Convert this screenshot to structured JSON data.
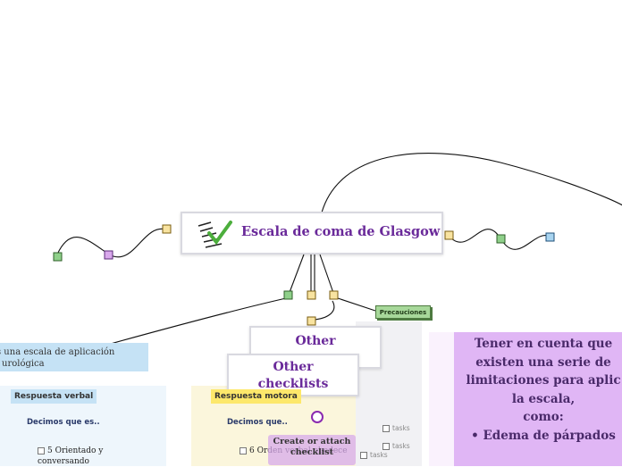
{
  "root": {
    "title": "Escala de coma de Glasgow",
    "icon": "checklist-icon"
  },
  "cards": {
    "other_back": "Other",
    "other_front": "Other checklists"
  },
  "left_label": [
    "s una escala de aplicación",
    "urológica"
  ],
  "verbal": {
    "topic": "Respuesta verbal",
    "sub": "Decimos que es..",
    "leaf": "5 Orientado y conversando"
  },
  "motor": {
    "topic": "Respuesta motora",
    "sub": "Decimos que..",
    "leaf": "6 Orden verbal obedece",
    "create": "Create or attach checklist"
  },
  "tasks": [
    "tasks",
    "tasks",
    "tasks"
  ],
  "precautions": "Precauciones",
  "warning": [
    "Tener en cuenta que",
    "existen una serie de",
    "limitaciones para aplic",
    "la escala,",
    "como:",
    "• Edema de párpados"
  ],
  "colors": {
    "title_purple": "#6a2a9a",
    "warning_bg": "#e0b6f5",
    "precautions_green": "#a7d89a",
    "verbal_highlight": "#c5e2f5",
    "motor_highlight": "#fde86b"
  }
}
